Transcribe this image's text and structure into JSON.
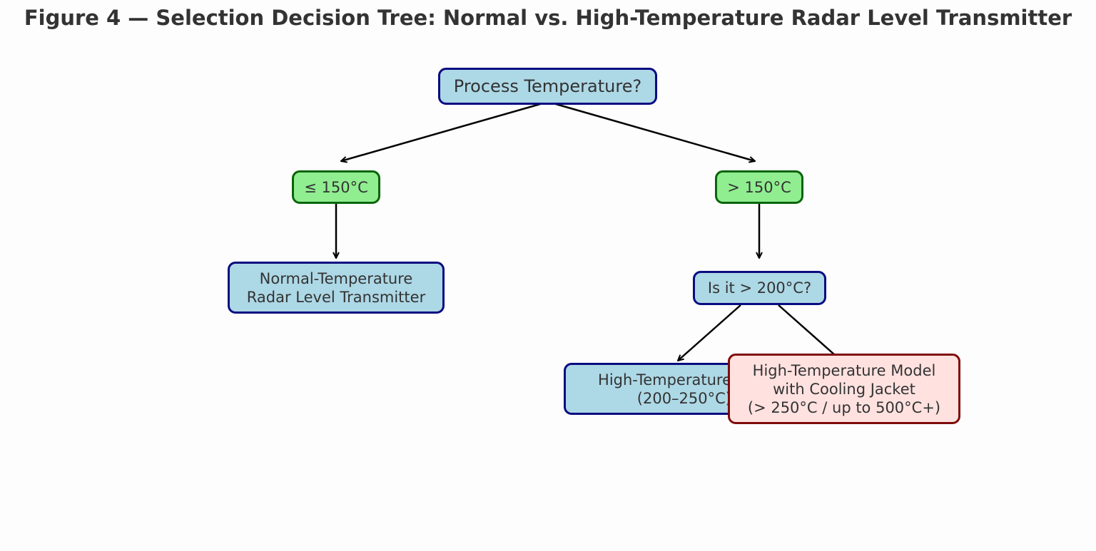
{
  "title": "Figure 4 — Selection Decision Tree: Normal vs. High-Temperature Radar Level Transmitter",
  "colors": {
    "question_fill": "#add8e6",
    "question_border": "#0b0b80",
    "condition_fill": "#90ee90",
    "condition_border": "#0b640b",
    "special_fill": "#ffe2e0",
    "special_border": "#7f0c0c",
    "edge": "#000000"
  },
  "nodes": {
    "root": {
      "lines": [
        "Process Temperature?"
      ]
    },
    "low_condition": {
      "lines": [
        "≤ 150°C"
      ]
    },
    "high_condition": {
      "lines": [
        "> 150°C"
      ]
    },
    "normal_result": {
      "lines": [
        "Normal-Temperature",
        "Radar Level Transmitter"
      ]
    },
    "question_200": {
      "lines": [
        "Is it > 200°C?"
      ]
    },
    "high_temp_result": {
      "lines": [
        "High-Temperature",
        "(200–250°C)"
      ]
    },
    "cooling_jacket_result": {
      "lines": [
        "High-Temperature Model",
        "with Cooling Jacket",
        "(> 250°C / up to 500°C+)"
      ]
    }
  },
  "edges": [
    {
      "from": "root",
      "to": "low_condition"
    },
    {
      "from": "root",
      "to": "high_condition"
    },
    {
      "from": "low_condition",
      "to": "normal_result"
    },
    {
      "from": "high_condition",
      "to": "question_200"
    },
    {
      "from": "question_200",
      "to": "high_temp_result"
    },
    {
      "from": "question_200",
      "to": "cooling_jacket_result"
    }
  ]
}
